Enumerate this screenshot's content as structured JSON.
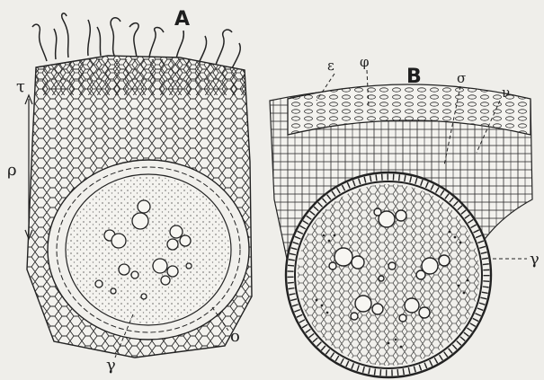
{
  "figure": {
    "panel_a": {
      "letter": "A",
      "labels": {
        "tau": "τ",
        "rho": "ρ",
        "gamma": "γ",
        "omicron": "o"
      }
    },
    "panel_b": {
      "letter": "B",
      "labels": {
        "epsilon": "ε",
        "phi": "φ",
        "sigma": "σ",
        "nu": "ν",
        "gamma": "γ"
      }
    }
  },
  "colors": {
    "ink": "#1e1e1e",
    "paper": "#efeeea"
  }
}
